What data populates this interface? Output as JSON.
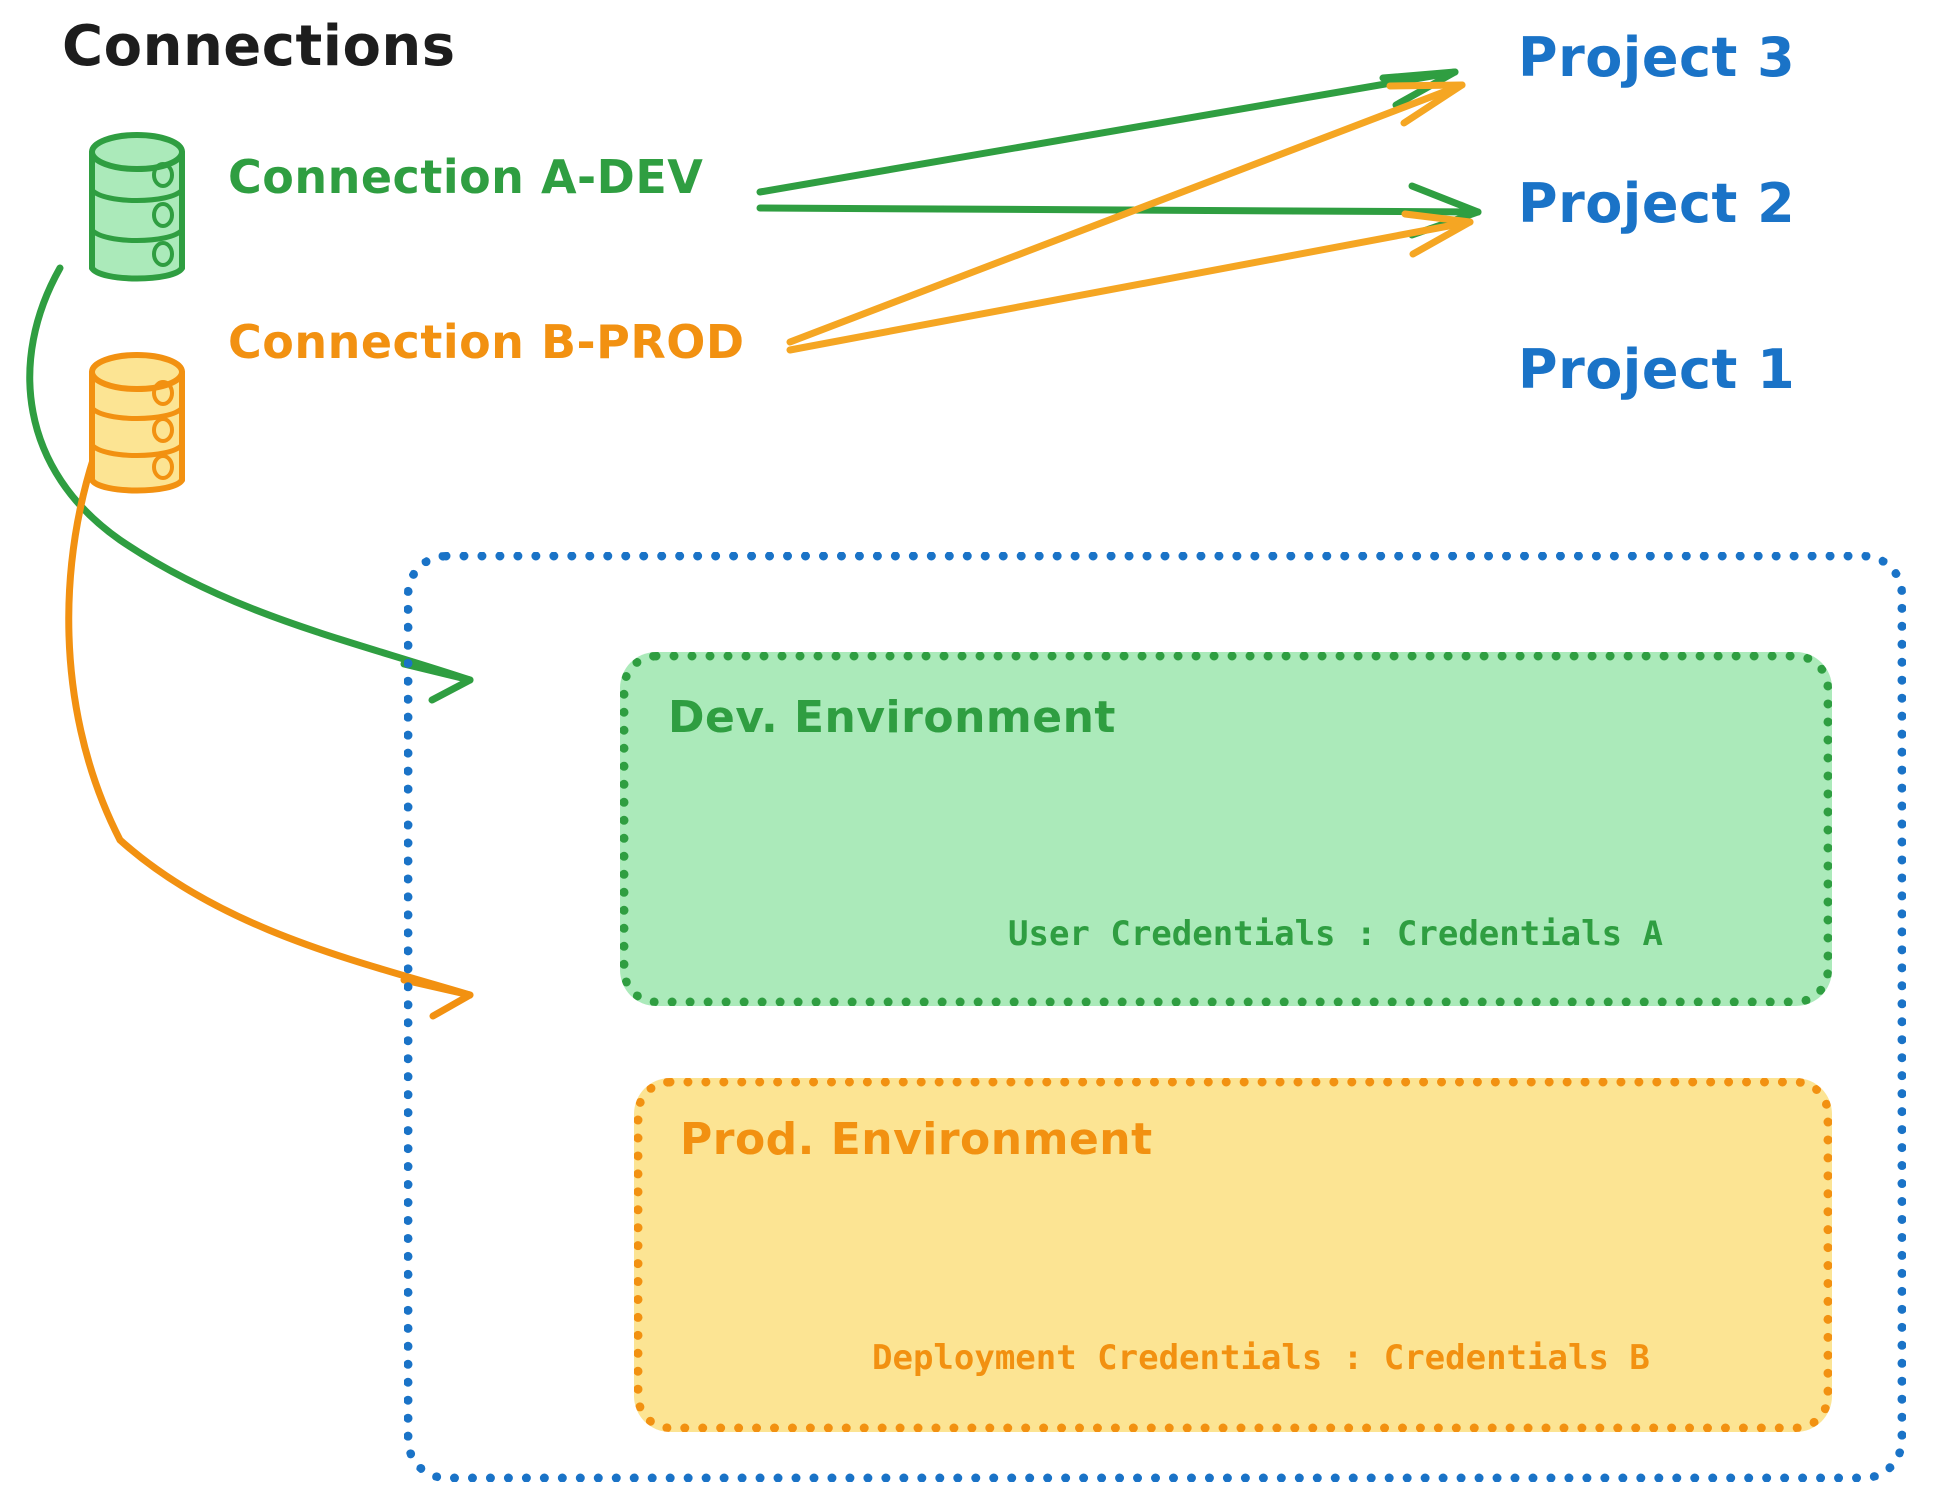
{
  "diagram": {
    "title": "Connections",
    "background_color": "#ffffff"
  },
  "palette": {
    "green_stroke": "#2f9e41",
    "green_fill": "#abeaba",
    "orange_stroke": "#f29111",
    "orange_fill": "#fce493",
    "blue_stroke": "#1a73c7",
    "title_color": "#1d1d1d"
  },
  "connections": [
    {
      "id": "connection-a-dev",
      "label": "Connection A-DEV",
      "color": "#2f9e41",
      "icon": "database-cylinder-icon",
      "targets": [
        "Project 3",
        "Project 2",
        "Dev. Environment"
      ]
    },
    {
      "id": "connection-b-prod",
      "label": "Connection B-PROD",
      "color": "#f29111",
      "icon": "database-cylinder-icon",
      "targets": [
        "Project 3",
        "Project 2",
        "Prod. Environment"
      ]
    }
  ],
  "projects": [
    {
      "id": "project-3",
      "label": "Project 3",
      "color": "#1a73c7"
    },
    {
      "id": "project-2",
      "label": "Project 2",
      "color": "#1a73c7"
    },
    {
      "id": "project-1",
      "label": "Project 1",
      "color": "#1a73c7"
    }
  ],
  "project1_container": {
    "label": "Project 1",
    "border_style": "dotted",
    "border_color": "#1a73c7",
    "environments": [
      {
        "id": "dev-environment",
        "title": "Dev. Environment",
        "credentials_label": "User Credentials",
        "credentials_separator": ":",
        "credentials_value": "Credentials A",
        "credentials_line": "User Credentials : Credentials A",
        "border_color": "#2f9e41",
        "fill_color": "#abeaba"
      },
      {
        "id": "prod-environment",
        "title": "Prod. Environment",
        "credentials_label": "Deployment Credentials",
        "credentials_separator": ":",
        "credentials_value": "Credentials B",
        "credentials_line": "Deployment Credentials : Credentials B",
        "border_color": "#f29111",
        "fill_color": "#fce493"
      }
    ]
  },
  "arrows": [
    {
      "id": "arrow-a-dev-to-project3",
      "from": "Connection A-DEV",
      "to": "Project 3",
      "color": "#2f9e41",
      "style": "straight"
    },
    {
      "id": "arrow-a-dev-to-project2",
      "from": "Connection A-DEV",
      "to": "Project 2",
      "color": "#2f9e41",
      "style": "straight"
    },
    {
      "id": "arrow-b-prod-to-project3",
      "from": "Connection B-PROD",
      "to": "Project 3",
      "color": "#f5a623",
      "style": "straight"
    },
    {
      "id": "arrow-b-prod-to-project2",
      "from": "Connection B-PROD",
      "to": "Project 2",
      "color": "#f5a623",
      "style": "straight"
    },
    {
      "id": "arrow-a-dev-to-dev-environment",
      "from": "Connection A-DEV",
      "to": "Dev. Environment",
      "color": "#2f9e41",
      "style": "curved"
    },
    {
      "id": "arrow-b-prod-to-prod-environment",
      "from": "Connection B-PROD",
      "to": "Prod. Environment",
      "color": "#f29111",
      "style": "curved"
    }
  ]
}
